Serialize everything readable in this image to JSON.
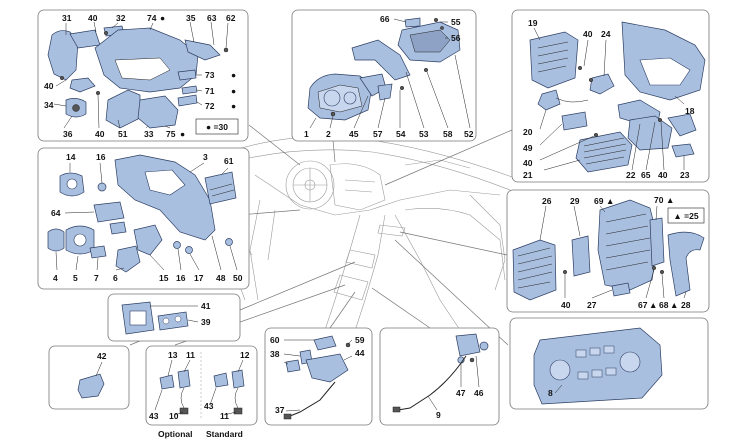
{
  "diagram": {
    "callouts": {
      "c31": "31",
      "c40a": "40",
      "c32": "32",
      "c74": "74",
      "c35": "35",
      "c63": "63",
      "c62": "62",
      "c73": "73",
      "c71": "71",
      "c72": "72",
      "c40b": "40",
      "c34": "34",
      "c36": "36",
      "c40c": "40",
      "c51": "51",
      "c33": "33",
      "c75": "75",
      "c66": "66",
      "c55": "55",
      "c56": "56",
      "c1": "1",
      "c2": "2",
      "c45": "45",
      "c57": "57",
      "c54": "54",
      "c53": "53",
      "c58": "58",
      "c52": "52",
      "c19": "19",
      "c40d": "40",
      "c24": "24",
      "c18": "18",
      "c20": "20",
      "c49": "49",
      "c40e": "40",
      "c21": "21",
      "c22": "22",
      "c65": "65",
      "c40f": "40",
      "c23": "23",
      "c14": "14",
      "c16a": "16",
      "c3": "3",
      "c61": "61",
      "c64": "64",
      "c4": "4",
      "c5": "5",
      "c7": "7",
      "c6": "6",
      "c15": "15",
      "c16b": "16",
      "c17": "17",
      "c48": "48",
      "c50": "50",
      "c26": "26",
      "c29": "29",
      "c69": "69",
      "c70": "70",
      "c40g": "40",
      "c27": "27",
      "c67": "67",
      "c68": "68",
      "c28": "28",
      "c41": "41",
      "c39": "39",
      "c42": "42",
      "c13": "13",
      "c11a": "11",
      "c43a": "43",
      "c10": "10",
      "c12": "12",
      "c43b": "43",
      "c11b": "11",
      "c60": "60",
      "c59": "59",
      "c38": "38",
      "c44": "44",
      "c37": "37",
      "c9": "9",
      "c47": "47",
      "c46": "46",
      "c8": "8"
    },
    "legend_circle": "● =30",
    "legend_triangle": "▲ =25",
    "label_optional": "Optional",
    "label_standard": "Standard",
    "circle_mark": "●",
    "triangle_mark": "▲"
  },
  "colors": {
    "part_fill": "#a9bfe0",
    "part_stroke": "#2c3e63",
    "panel_stroke": "#777777"
  }
}
